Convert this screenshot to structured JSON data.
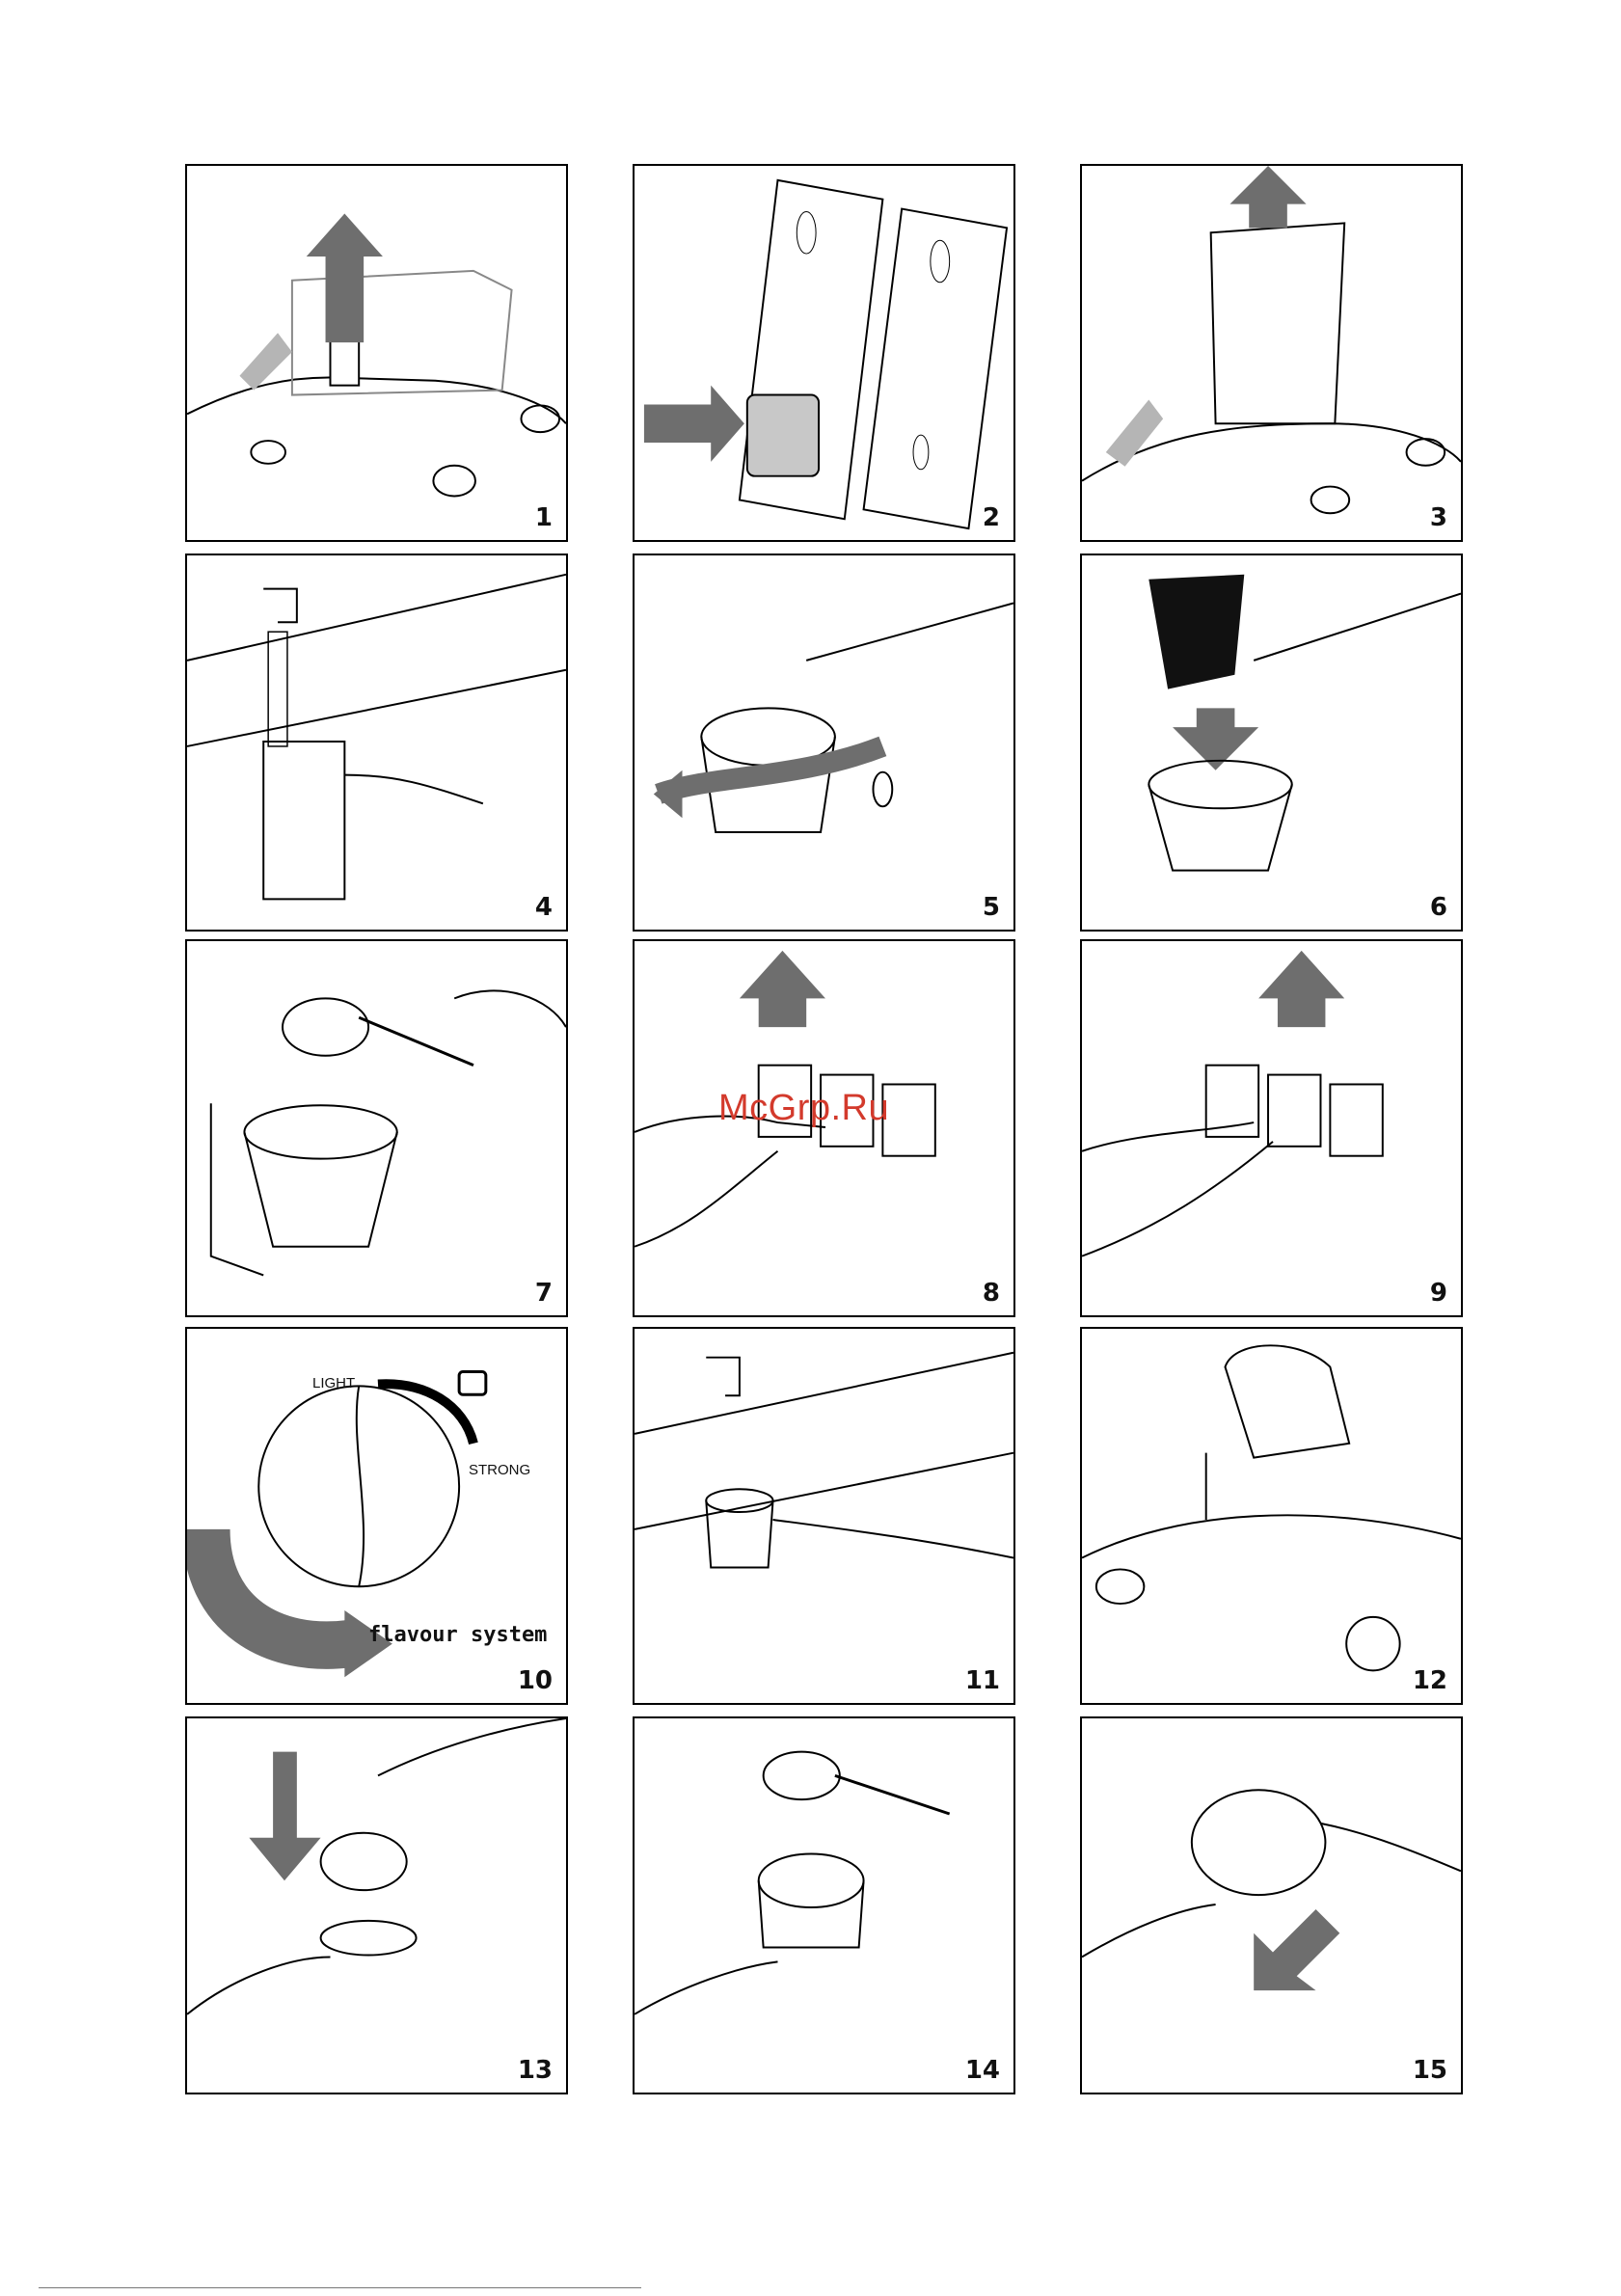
{
  "steps": [
    {
      "number": "1"
    },
    {
      "number": "2"
    },
    {
      "number": "3"
    },
    {
      "number": "4"
    },
    {
      "number": "5"
    },
    {
      "number": "6"
    },
    {
      "number": "7"
    },
    {
      "number": "8"
    },
    {
      "number": "9"
    },
    {
      "number": "10"
    },
    {
      "number": "11"
    },
    {
      "number": "12"
    },
    {
      "number": "13"
    },
    {
      "number": "14"
    },
    {
      "number": "15"
    }
  ],
  "panel10": {
    "light_label": "LIGHT",
    "strong_label": "STRONG",
    "caption": "flavour system"
  },
  "watermark": "McGrp.Ru",
  "colors": {
    "border": "#000000",
    "arrow_fill": "#6e6e6e",
    "filter_fill": "#c8c8c8",
    "watermark": "#d33a2c"
  }
}
